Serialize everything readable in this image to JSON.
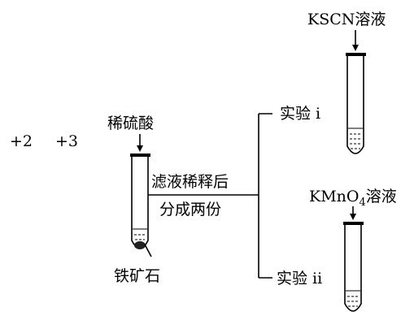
{
  "labels": {
    "ox_state_1": "+2",
    "ox_state_2": "+3",
    "reagent_acid": "稀硫酸",
    "ore": "铁矿石",
    "filtrate_line1": "滤液稀释后",
    "filtrate_line2": "分成两份",
    "experiment_1": "实验 i",
    "experiment_2": "实验 ii",
    "reagent_kscn": "KSCN溶液",
    "reagent_kmno4_prefix": "KMnO",
    "reagent_kmno4_sub": "4",
    "reagent_kmno4_suffix": "溶液"
  }
}
